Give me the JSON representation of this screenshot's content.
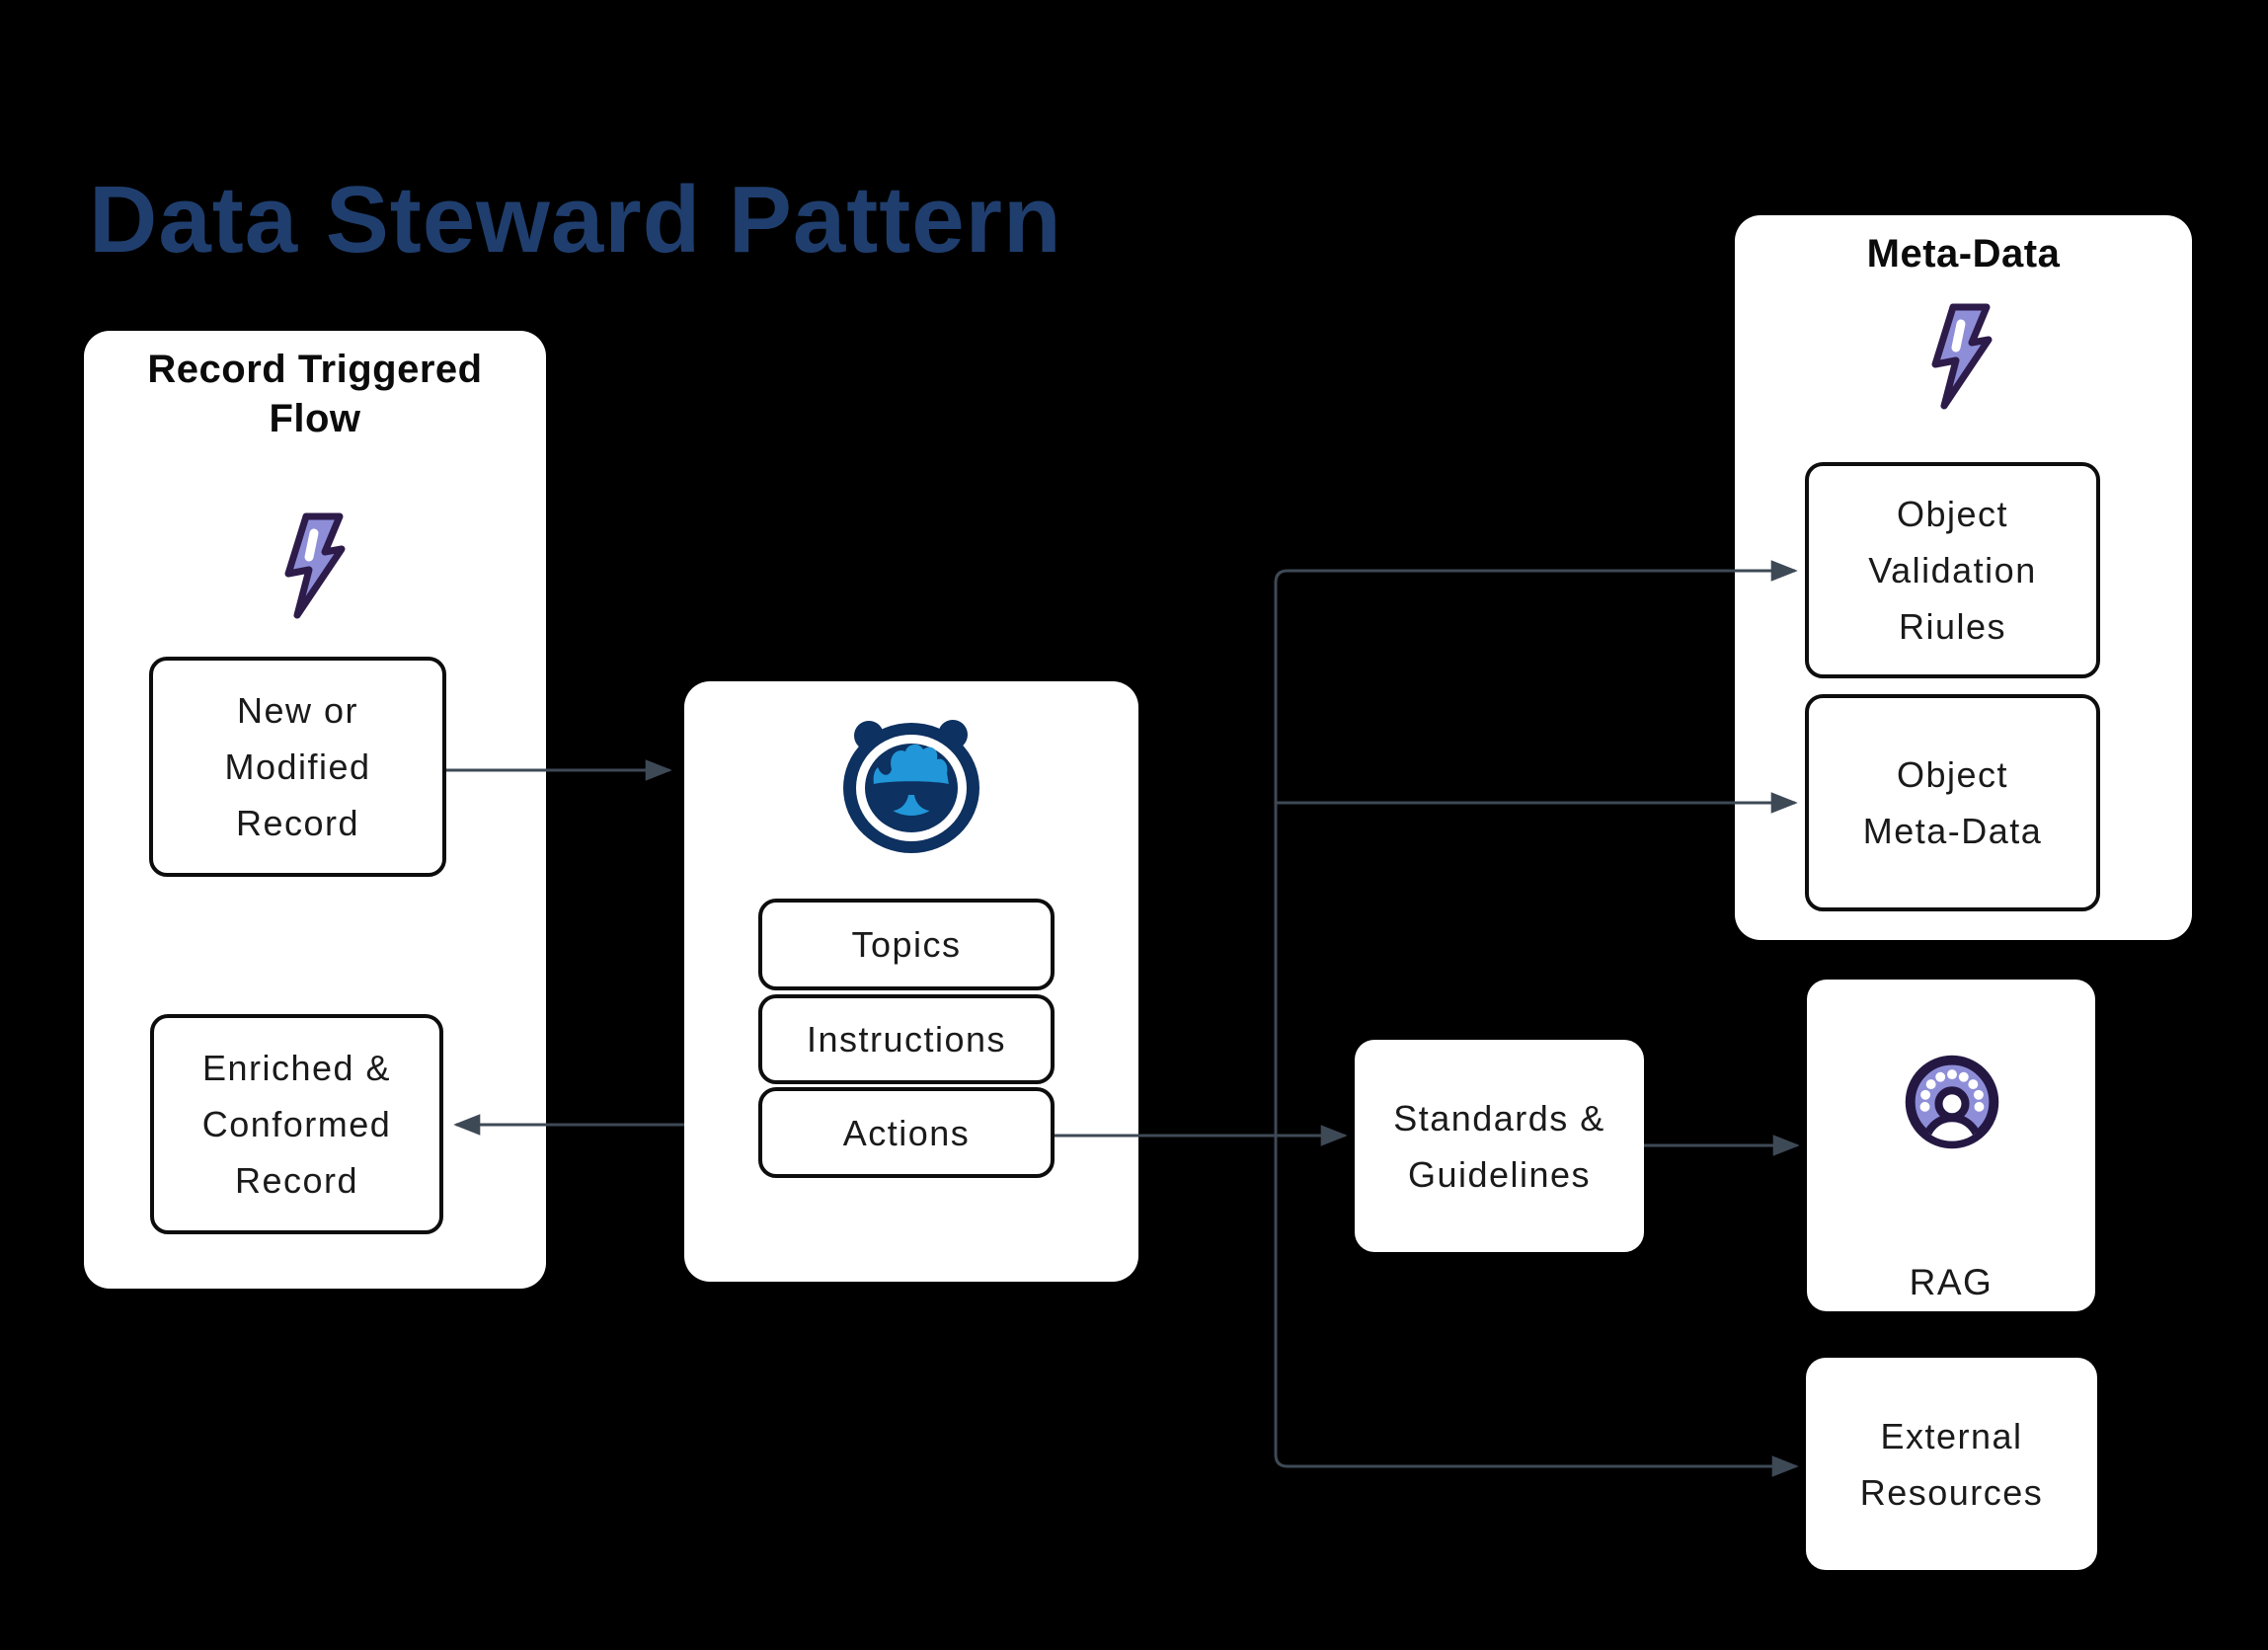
{
  "page_title": "Data Steward Pattern",
  "colors": {
    "background": "#000000",
    "title_blue": "#1f3e6e",
    "arrow_gray": "#3e4956",
    "lightning_fill": "#8e8ed8",
    "lightning_outline": "#2d1b4a",
    "agent_navy": "#0d3160",
    "agent_blue": "#2196d8",
    "rag_ring_fill": "#8e8ed8",
    "rag_outline": "#241843",
    "box_border": "#0d0d0d",
    "box_fill": "#ffffff"
  },
  "record_triggered_flow": {
    "title": "Record Triggered\nFlow",
    "icon": "lightning-bolt-icon",
    "nodes": [
      {
        "label": "New or\nModified\nRecord"
      },
      {
        "label": "Enriched &\nConformed\nRecord"
      }
    ]
  },
  "agent": {
    "icon": "agent-mascot-icon",
    "nodes": [
      {
        "label": "Topics"
      },
      {
        "label": "Instructions"
      },
      {
        "label": "Actions"
      }
    ]
  },
  "meta_data": {
    "title": "Meta-Data",
    "icon": "lightning-bolt-icon",
    "nodes": [
      {
        "label": "Object\nValidation\nRiules"
      },
      {
        "label": "Object\nMeta-Data"
      }
    ]
  },
  "standards_guidelines": {
    "label": "Standards &\nGuidelines"
  },
  "rag": {
    "label": "RAG",
    "icon": "rag-community-icon"
  },
  "external_resources": {
    "label": "External\nResources"
  }
}
